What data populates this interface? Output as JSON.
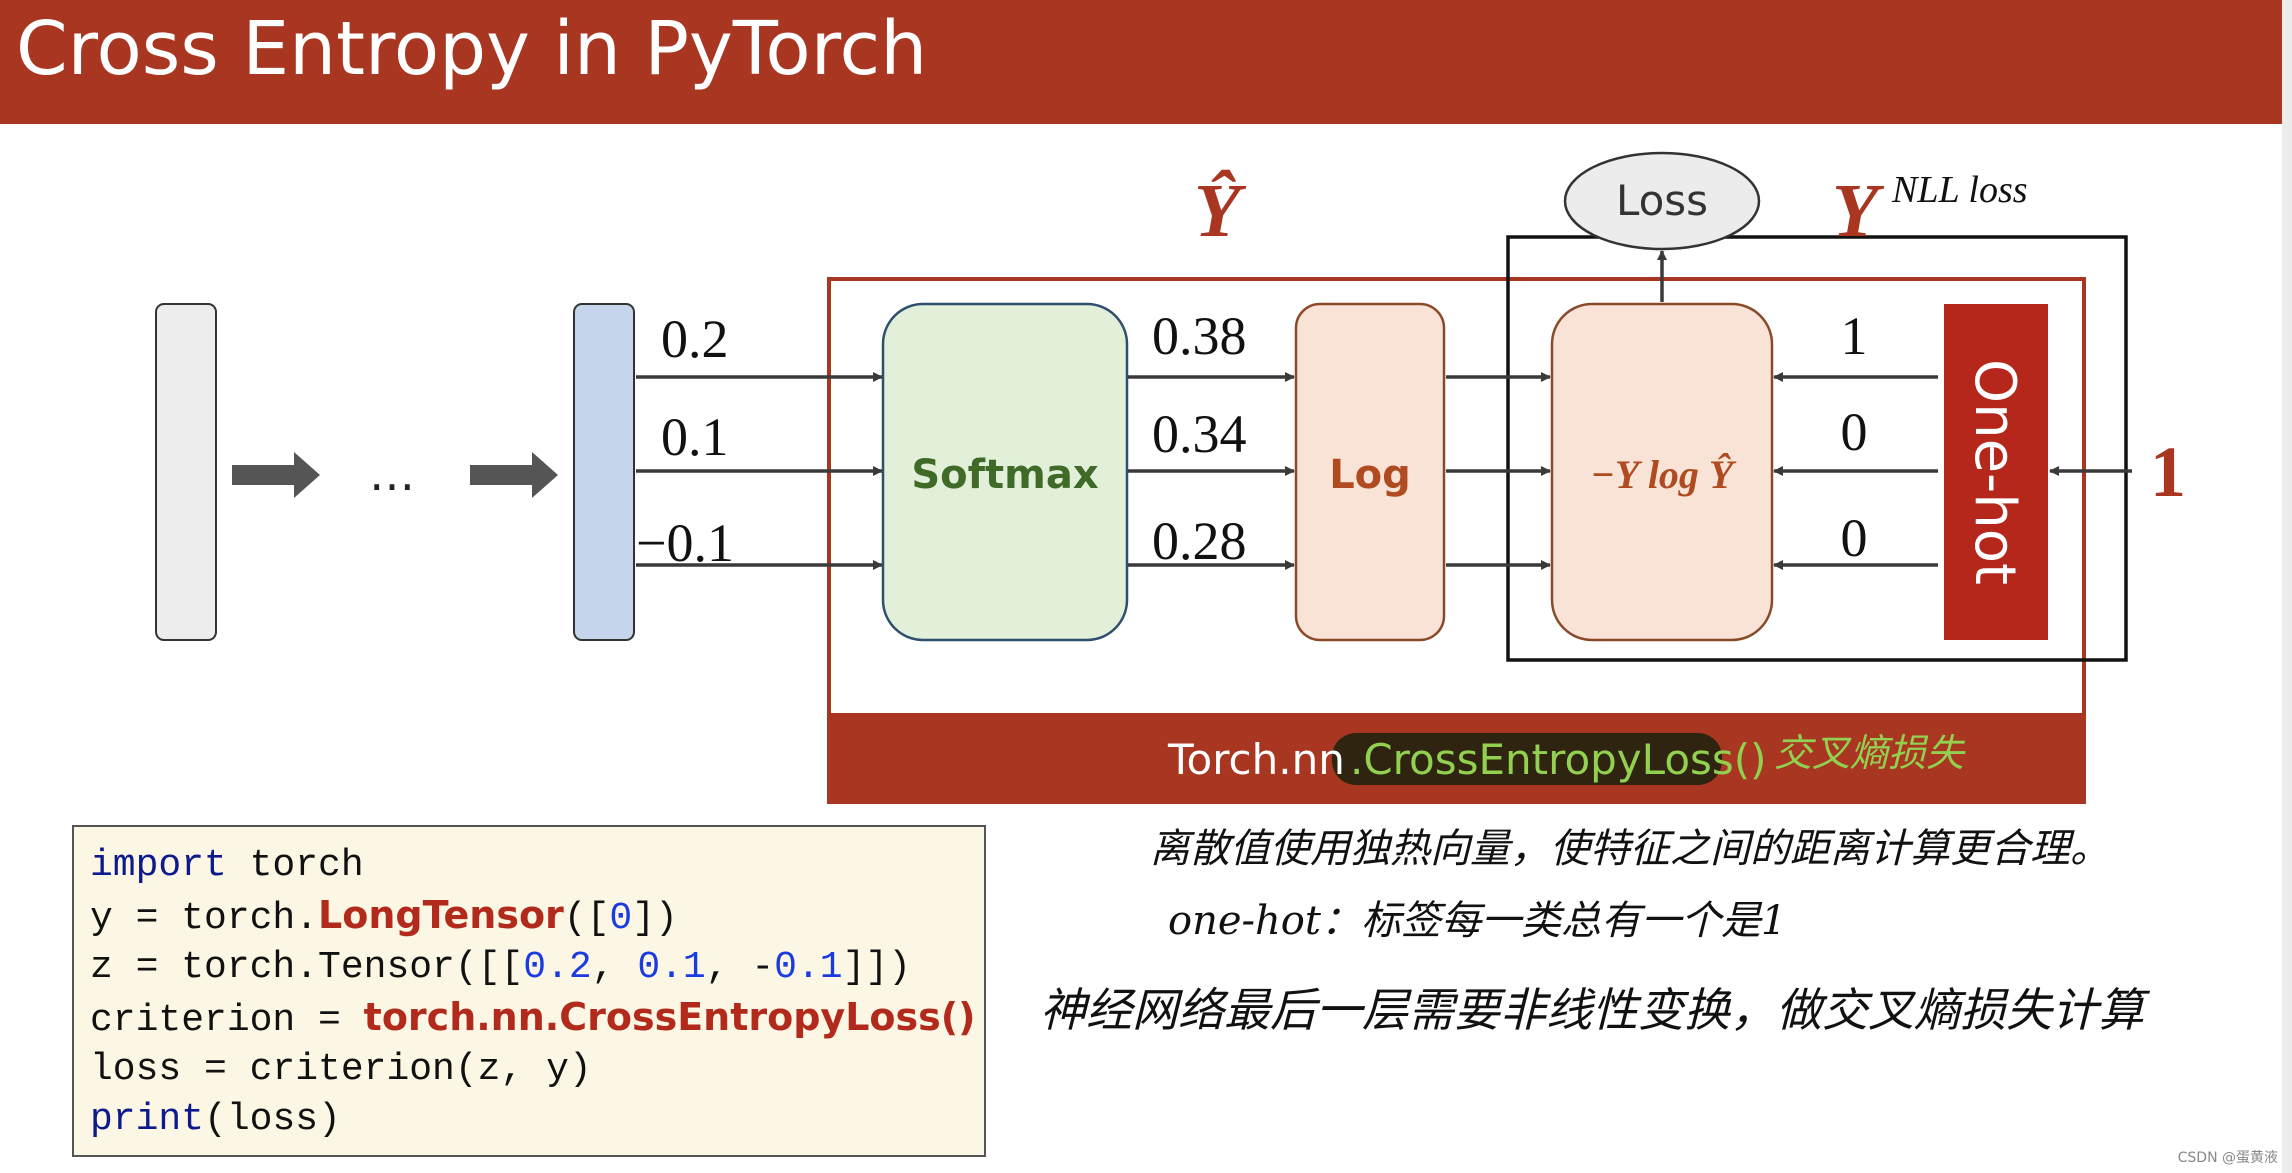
{
  "title": "Cross Entropy in PyTorch",
  "ellipsis": "…",
  "logits": [
    "0.2",
    "0.1",
    "−0.1"
  ],
  "softmax_label": "Softmax",
  "probs": [
    "0.38",
    "0.34",
    "0.28"
  ],
  "log_label": "Log",
  "loss_formula": "−Y log Ŷ",
  "loss_label": "Loss",
  "y_hat_label": "Ŷ",
  "y_label": "Y",
  "nll_note": "NLL loss",
  "onehot_values": [
    "1",
    "0",
    "0"
  ],
  "onehot_label": "One-hot",
  "target_label": "1",
  "bar_prefix": "Torch.nn",
  "bar_highlight": ".CrossEntropyLoss()",
  "bar_note": "交叉熵损失",
  "code": {
    "line1_kw": "import",
    "line1_rest": " torch",
    "line2_a": "y = torch.",
    "line2_hl": "LongTensor",
    "line2_b": "([",
    "line2_num": "0",
    "line2_c": "])",
    "line3_a": "z = torch.Tensor([[",
    "line3_n1": "0.2",
    "line3_sep1": ", ",
    "line3_n2": "0.1",
    "line3_sep2": ", -",
    "line3_n3": "0.1",
    "line3_c": "]])",
    "line4_a": "criterion = ",
    "line4_hl": "torch.nn.CrossEntropyLoss()",
    "line5": "loss = criterion(z, y)",
    "line6_kw": "print",
    "line6_rest": "(loss)"
  },
  "notes": [
    "离散值使用独热向量，使特征之间的距离计算更合理。",
    "one-hot：标签每一类总有一个是1",
    "神经网络最后一层需要非线性变换，做交叉熵损失计算"
  ],
  "watermark": "CSDN @蛋黄液",
  "colors": {
    "accent": "#a93621",
    "softmax_fill": "#e2efd9",
    "log_fill": "#f8e3d6",
    "input_fill": "#c5d6ec",
    "onehot_fill": "#b5261b",
    "highlight_green": "#92d050"
  }
}
